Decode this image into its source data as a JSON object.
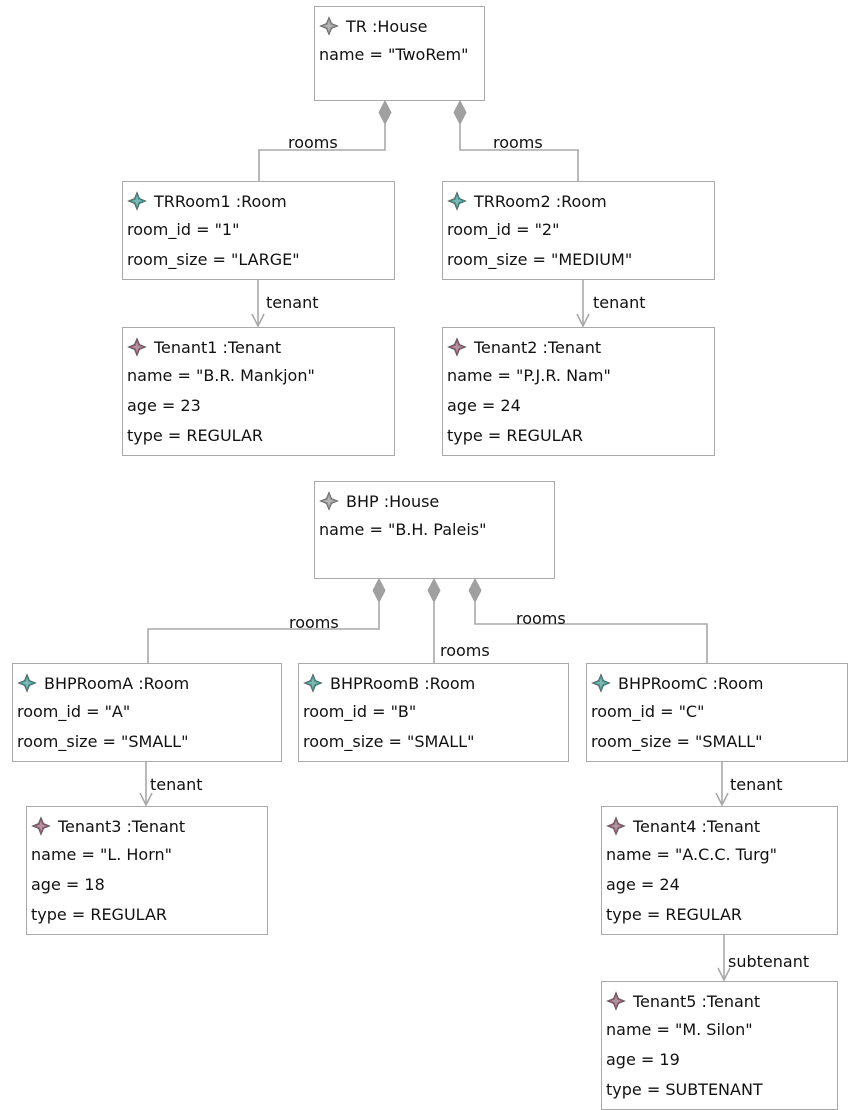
{
  "objects": [
    {
      "id": "tr",
      "title": "TR :House",
      "icon": "house-icon",
      "icon_color": "#8c8c8c",
      "attrs": [
        "name = \"TwoRem\""
      ]
    },
    {
      "id": "trroom1",
      "title": "TRRoom1 :Room",
      "icon": "room-icon",
      "icon_color": "#3d8f8a",
      "attrs": [
        "room_id = \"1\"",
        "room_size = \"LARGE\""
      ]
    },
    {
      "id": "trroom2",
      "title": "TRRoom2 :Room",
      "icon": "room-icon",
      "icon_color": "#3d8f8a",
      "attrs": [
        "room_id = \"2\"",
        "room_size = \"MEDIUM\""
      ]
    },
    {
      "id": "tenant1",
      "title": "Tenant1 :Tenant",
      "icon": "tenant-icon",
      "icon_color": "#8c5a6e",
      "attrs": [
        "name = \"B.R. Mankjon\"",
        "age = 23",
        "type = REGULAR"
      ]
    },
    {
      "id": "tenant2",
      "title": "Tenant2 :Tenant",
      "icon": "tenant-icon",
      "icon_color": "#8c5a6e",
      "attrs": [
        "name = \"P.J.R. Nam\"",
        "age = 24",
        "type = REGULAR"
      ]
    },
    {
      "id": "bhp",
      "title": "BHP :House",
      "icon": "house-icon",
      "icon_color": "#8c8c8c",
      "attrs": [
        "name = \"B.H. Paleis\""
      ]
    },
    {
      "id": "bhproomA",
      "title": "BHPRoomA :Room",
      "icon": "room-icon",
      "icon_color": "#3d8f8a",
      "attrs": [
        "room_id = \"A\"",
        "room_size = \"SMALL\""
      ]
    },
    {
      "id": "bhproomB",
      "title": "BHPRoomB :Room",
      "icon": "room-icon",
      "icon_color": "#3d8f8a",
      "attrs": [
        "room_id = \"B\"",
        "room_size = \"SMALL\""
      ]
    },
    {
      "id": "bhproomC",
      "title": "BHPRoomC :Room",
      "icon": "room-icon",
      "icon_color": "#3d8f8a",
      "attrs": [
        "room_id = \"C\"",
        "room_size = \"SMALL\""
      ]
    },
    {
      "id": "tenant3",
      "title": "Tenant3 :Tenant",
      "icon": "tenant-icon",
      "icon_color": "#8c5a6e",
      "attrs": [
        "name = \"L. Horn\"",
        "age = 18",
        "type = REGULAR"
      ]
    },
    {
      "id": "tenant4",
      "title": "Tenant4 :Tenant",
      "icon": "tenant-icon",
      "icon_color": "#8c5a6e",
      "attrs": [
        "name = \"A.C.C. Turg\"",
        "age = 24",
        "type = REGULAR"
      ]
    },
    {
      "id": "tenant5",
      "title": "Tenant5 :Tenant",
      "icon": "tenant-icon",
      "icon_color": "#8c5a6e",
      "attrs": [
        "name = \"M. Silon\"",
        "age = 19",
        "type = SUBTENANT"
      ]
    }
  ],
  "edges": [
    {
      "id": "e-tr-room1",
      "label": "rooms",
      "kind": "composition",
      "from": "tr",
      "to": "trroom1"
    },
    {
      "id": "e-tr-room2",
      "label": "rooms",
      "kind": "composition",
      "from": "tr",
      "to": "trroom2"
    },
    {
      "id": "e-room1-tenant1",
      "label": "tenant",
      "kind": "association",
      "from": "trroom1",
      "to": "tenant1"
    },
    {
      "id": "e-room2-tenant2",
      "label": "tenant",
      "kind": "association",
      "from": "trroom2",
      "to": "tenant2"
    },
    {
      "id": "e-bhp-roomA",
      "label": "rooms",
      "kind": "composition",
      "from": "bhp",
      "to": "bhproomA"
    },
    {
      "id": "e-bhp-roomB",
      "label": "rooms",
      "kind": "composition",
      "from": "bhp",
      "to": "bhproomB"
    },
    {
      "id": "e-bhp-roomC",
      "label": "rooms",
      "kind": "composition",
      "from": "bhp",
      "to": "bhproomC"
    },
    {
      "id": "e-roomA-tenant3",
      "label": "tenant",
      "kind": "association",
      "from": "bhproomA",
      "to": "tenant3"
    },
    {
      "id": "e-roomC-tenant4",
      "label": "tenant",
      "kind": "association",
      "from": "bhproomC",
      "to": "tenant4"
    },
    {
      "id": "e-tenant4-tenant5",
      "label": "subtenant",
      "kind": "association",
      "from": "tenant4",
      "to": "tenant5"
    }
  ],
  "colors": {
    "border": "#a9a9a9",
    "edge": "#a9a9a9",
    "diamond": "#a0a0a0"
  }
}
